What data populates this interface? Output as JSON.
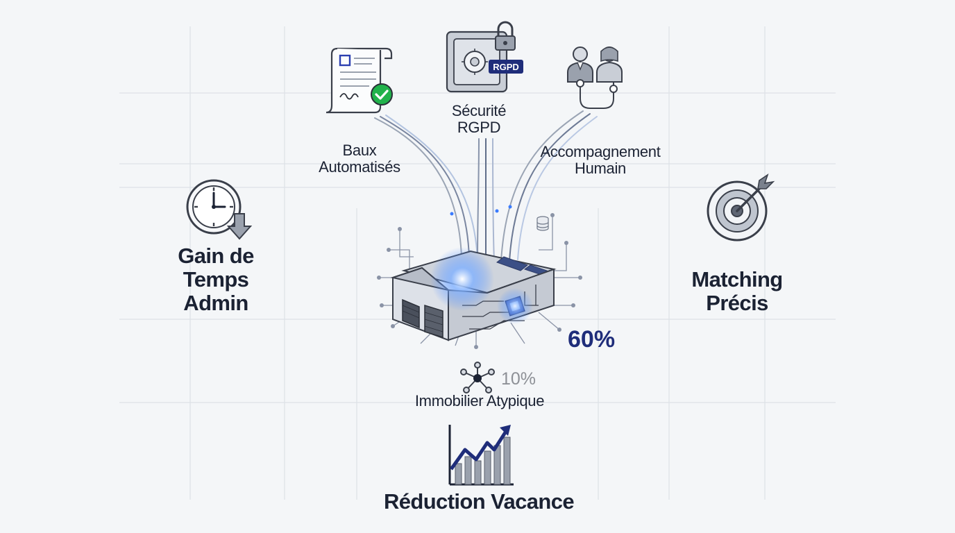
{
  "features": {
    "baux": {
      "line1": "Baux",
      "line2": "Automatisés"
    },
    "securite": {
      "line1": "Sécurité",
      "line2": "RGPD",
      "badge": "RGPD"
    },
    "accompagnement": {
      "line1": "Accompagnement",
      "line2": "Humain"
    },
    "gain": {
      "line1": "Gain de",
      "line2": "Temps",
      "line3": "Admin"
    },
    "matching": {
      "line1": "Matching",
      "line2": "Précis"
    },
    "immobilier": {
      "label": "Immobilier Atypique",
      "stat": "10%"
    },
    "central": {
      "stat": "60%"
    },
    "reduction": {
      "label": "Réduction Vacance"
    }
  },
  "icons": {
    "baux": "document-check-icon",
    "securite": "safe-lock-icon",
    "accompagnement": "people-icon",
    "gain": "clock-down-icon",
    "matching": "target-icon",
    "immobilier": "network-icon",
    "reduction": "growth-chart-icon",
    "central": "smart-warehouse-icon"
  },
  "colors": {
    "navy": "#1f2d7a",
    "text": "#1b2233",
    "muted": "#8d9096",
    "check": "#21b24b",
    "glow": "#4d8cff"
  }
}
